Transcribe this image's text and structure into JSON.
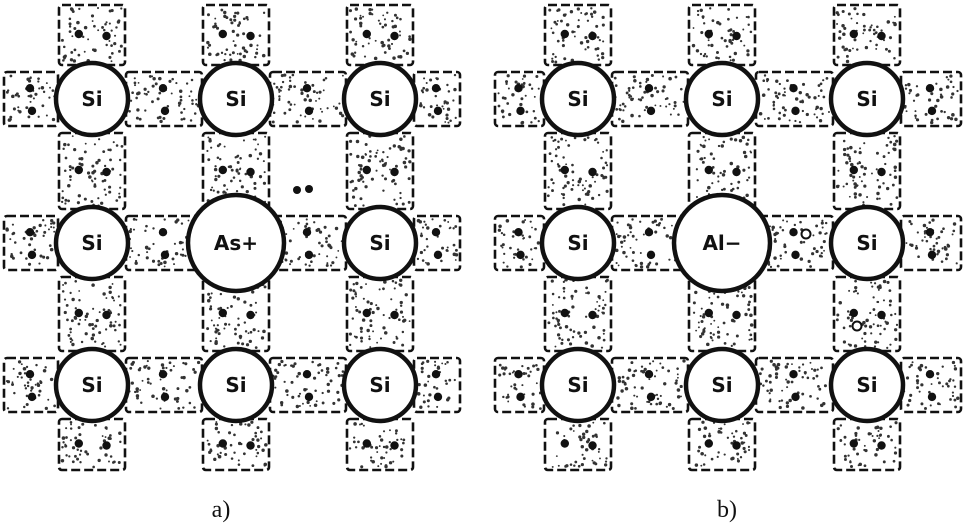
{
  "panels": [
    {
      "id": "a",
      "caption": "a)",
      "lattice": [
        [
          "Si",
          "Si",
          "Si"
        ],
        [
          "Si",
          "As+",
          "Si"
        ],
        [
          "Si",
          "Si",
          "Si"
        ]
      ],
      "marker": "electron-pair"
    },
    {
      "id": "b",
      "caption": "b)",
      "lattice": [
        [
          "Si",
          "Si",
          "Si"
        ],
        [
          "Si",
          "Al−",
          "Si"
        ],
        [
          "Si",
          "Si",
          "Si"
        ]
      ],
      "marker": "holes"
    }
  ],
  "colors": {
    "ink": "#111111",
    "background": "#ffffff"
  }
}
